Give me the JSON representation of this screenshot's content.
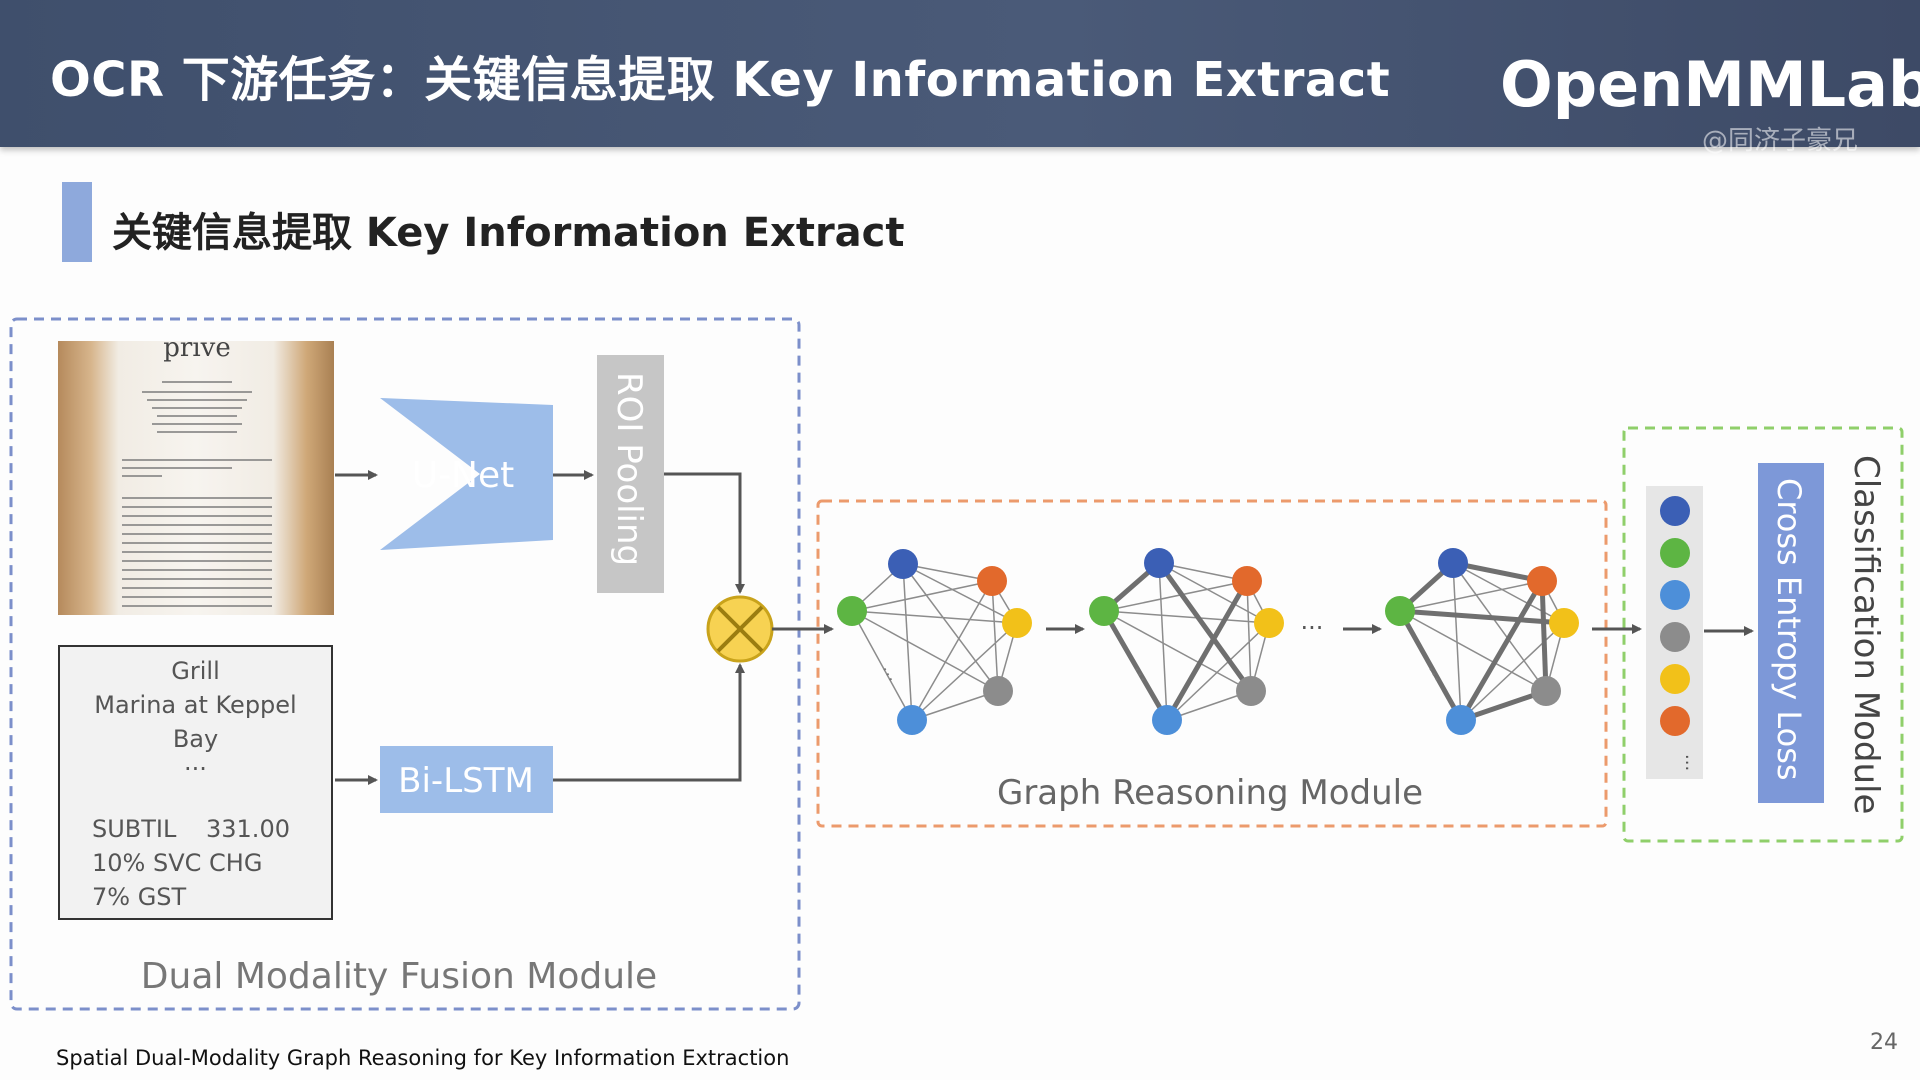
{
  "header": {
    "title": "OCR 下游任务：关键信息提取 Key Information Extract",
    "logo": "OpenMMLab",
    "watermark": "@同济子豪兄"
  },
  "section": {
    "title": "关键信息提取 Key Information Extract"
  },
  "diagram": {
    "receipt_brand": "prive",
    "ocr_text": {
      "line1": "Grill",
      "line2": "Marina at Keppel",
      "line3": "Bay",
      "ellipsis": "···",
      "subtil_label": "SUBTIL",
      "subtil_value": "331.00",
      "svc": "10% SVC CHG",
      "gst": "7% GST"
    },
    "unet_label": "U-Net",
    "roi_label": "ROI Pooling",
    "bilstm_label": "Bi-LSTM",
    "dual_module_label": "Dual Modality Fusion Module",
    "graph_module_label": "Graph Reasoning Module",
    "between_graphs": "···",
    "cross_entropy_label": "Cross Entropy Loss",
    "classification_label": "Classification Module",
    "node_colors": [
      "#3b5fb5",
      "#5db543",
      "#4d8fd9",
      "#8c8c8c",
      "#f2c119",
      "#e2692c"
    ]
  },
  "footer": {
    "reference": "Spatial Dual-Modality Graph Reasoning for Key Information Extraction",
    "page_number": "24"
  }
}
